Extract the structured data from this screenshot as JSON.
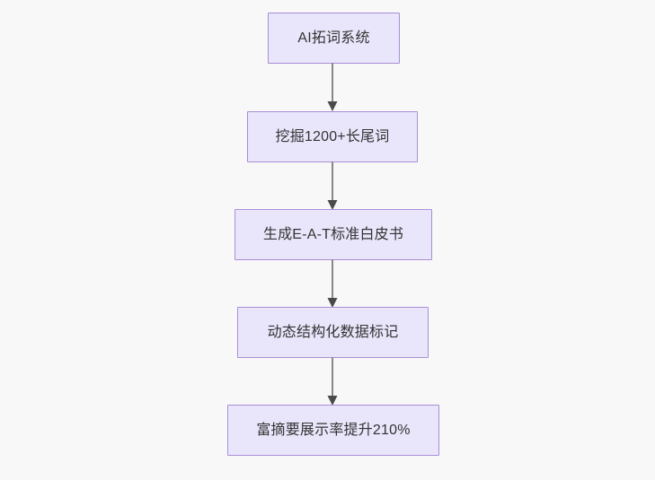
{
  "diagram": {
    "type": "flowchart",
    "orientation": "top-to-bottom",
    "background_color": "#f8f8f9",
    "node_fill_color": "#e9e6fb",
    "node_border_color": "#a98ed6",
    "node_text_color": "#333333",
    "connector_color": "#888888",
    "arrowhead_color": "#4a4a4a",
    "nodes": [
      {
        "id": "n1",
        "label": "AI拓词系统"
      },
      {
        "id": "n2",
        "label": "挖掘1200+长尾词"
      },
      {
        "id": "n3",
        "label": "生成E-A-T标准白皮书"
      },
      {
        "id": "n4",
        "label": "动态结构化数据标记"
      },
      {
        "id": "n5",
        "label": "富摘要展示率提升210%"
      }
    ],
    "edges": [
      {
        "from": "n1",
        "to": "n2"
      },
      {
        "from": "n2",
        "to": "n3"
      },
      {
        "from": "n3",
        "to": "n4"
      },
      {
        "from": "n4",
        "to": "n5"
      }
    ]
  }
}
